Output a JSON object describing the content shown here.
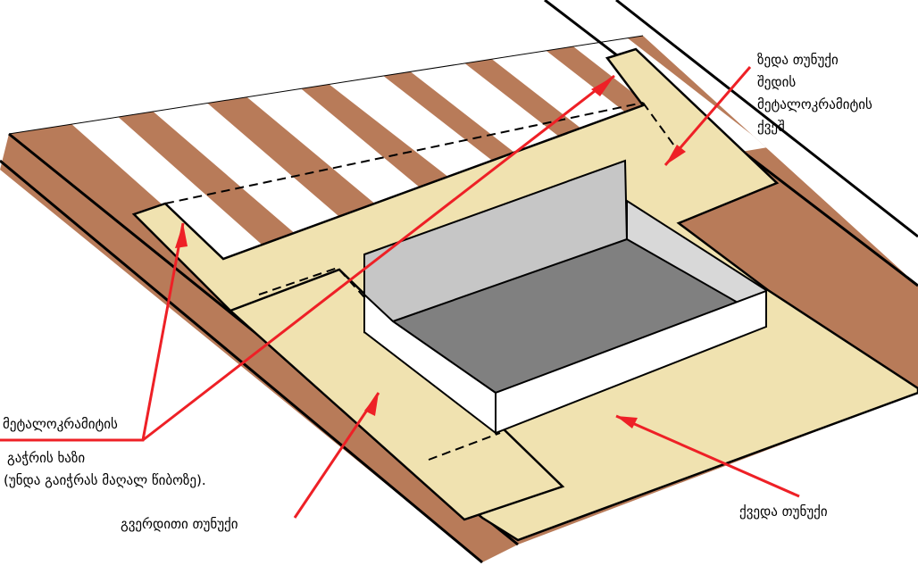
{
  "labels": {
    "top_flashing": [
      "ზედა თუნუქი",
      "შედის",
      "მეტალოკრამიტის",
      "ქვეშ"
    ],
    "cut_line": [
      "მეტალოკრამიტის",
      "გაჭრის  ხაზი",
      "(უნდა გაიჭრას მაღალ წიბოზე)."
    ],
    "side_flashing": "გვერდითი თუნუქი",
    "bottom_flashing": "ქვედა თუნუქი"
  },
  "colors": {
    "roof": "#b87b59",
    "flashing": "#f0e2b0",
    "arrow": "#ee2026",
    "wall": "#c6c6c6",
    "floor": "#808080"
  }
}
